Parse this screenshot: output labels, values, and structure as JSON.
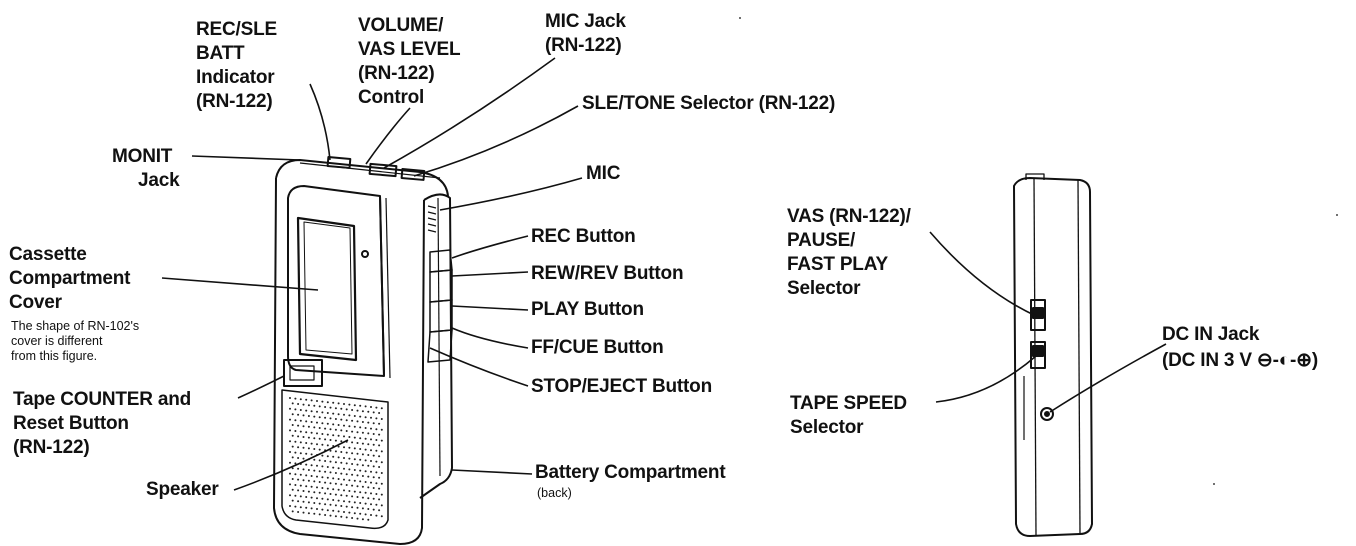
{
  "labels": {
    "rec_sle_batt": [
      "REC/SLE",
      "BATT",
      "Indicator",
      "(RN-122)"
    ],
    "volume_vas": [
      "VOLUME/",
      "VAS LEVEL",
      "(RN-122)",
      "Control"
    ],
    "mic_jack": [
      "MIC Jack",
      "(RN-122)"
    ],
    "sle_tone": "SLE/TONE Selector (RN-122)",
    "monit_jack": [
      "MONIT",
      "Jack"
    ],
    "mic": "MIC",
    "rec_button": "REC Button",
    "rew_rev_button": "REW/REV Button",
    "play_button": "PLAY Button",
    "ff_cue_button": "FF/CUE Button",
    "stop_eject_button": "STOP/EJECT Button",
    "cassette_cover": [
      "Cassette",
      "Compartment",
      "Cover"
    ],
    "cassette_note": [
      "The shape of RN-102's",
      "cover is different",
      "from this figure."
    ],
    "tape_counter": [
      "Tape COUNTER and",
      "Reset Button",
      "(RN-122)"
    ],
    "speaker": "Speaker",
    "battery": "Battery Compartment",
    "battery_note": "(back)",
    "vas_pause": [
      "VAS (RN-122)/",
      "PAUSE/",
      "FAST PLAY",
      "Selector"
    ],
    "tape_speed": [
      "TAPE SPEED",
      "Selector"
    ],
    "dc_in_jack": "DC IN Jack",
    "dc_in_spec": "(DC IN 3 V ⊖-◐-⊕)"
  }
}
